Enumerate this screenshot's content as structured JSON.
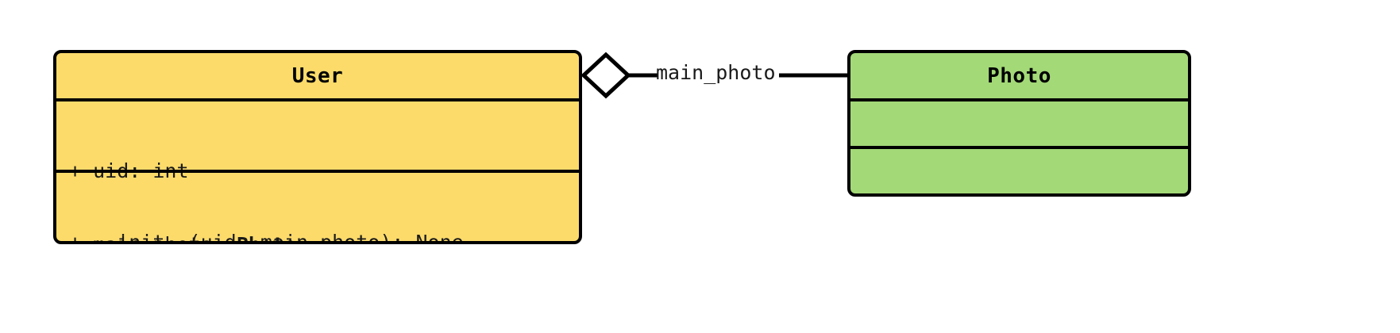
{
  "diagram": {
    "type": "uml-class-diagram",
    "background": "#ffffff",
    "stroke_color": "#000000"
  },
  "classes": [
    {
      "id": "user",
      "name": "User",
      "fill": "#fcdb6b",
      "attributes": [
        {
          "visibility": "+",
          "text": "+ uid: int",
          "name": "uid",
          "type": "int",
          "type_is_classref": false
        },
        {
          "visibility": "+",
          "prefix": "+ main_photo: ",
          "name": "main_photo",
          "type": "Photo",
          "type_is_classref": true
        }
      ],
      "methods": [
        {
          "visibility": "+",
          "text": "+ __init__(uid, main_photo): None",
          "name": "__init__",
          "params": "uid, main_photo",
          "returns": "None"
        }
      ]
    },
    {
      "id": "photo",
      "name": "Photo",
      "fill": "#a3d977",
      "attributes": [],
      "methods": []
    }
  ],
  "relationships": [
    {
      "id": "user-photo-aggregation",
      "kind": "aggregation",
      "marker": "hollow-diamond",
      "source": "User",
      "target": "Photo",
      "label": "main_photo"
    }
  ]
}
